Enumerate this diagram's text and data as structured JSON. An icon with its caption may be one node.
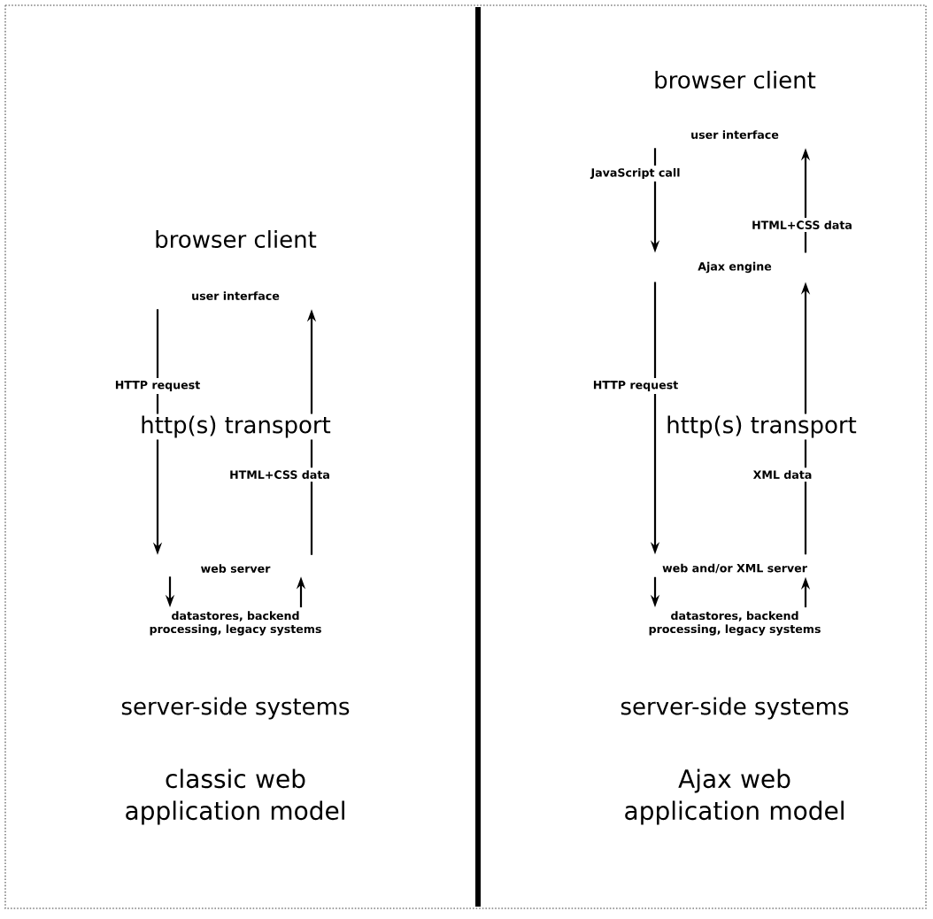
{
  "diagram": {
    "nodes": [
      {
        "text": [
          "user interface"
        ]
      },
      {
        "text": [
          "web server"
        ]
      },
      {
        "text": [
          "datastores, backend processing, legacy systems"
        ]
      },
      {
        "text": [
          "user interface"
        ]
      },
      {
        "text": [
          "Ajax engine"
        ]
      },
      {
        "text": [
          "web and/or XML server"
        ]
      },
      {
        "text": [
          "datastores, backend processing, legacy systems"
        ]
      }
    ],
    "edges": [
      {
        "from": 0,
        "to": 1,
        "arrow": "to",
        "label": "HTTP request"
      },
      {
        "from": 1,
        "to": 0,
        "arrow": "to",
        "label": "HTML+CSS data"
      },
      {
        "from": 1,
        "to": 2,
        "arrow": "to"
      },
      {
        "from": 2,
        "to": 1,
        "arrow": "to"
      },
      {
        "from": 3,
        "to": 4,
        "arrow": "to",
        "label": "JavaScript call"
      },
      {
        "from": 4,
        "to": 3,
        "arrow": "to",
        "label": "HTML+CSS data"
      },
      {
        "from": 4,
        "to": 5,
        "arrow": "to",
        "label": "HTTP request"
      },
      {
        "from": 5,
        "to": 4,
        "arrow": "to",
        "label": "XML data"
      },
      {
        "from": 5,
        "to": 6,
        "arrow": "to"
      },
      {
        "from": 6,
        "to": 5,
        "arrow": "to"
      }
    ],
    "labels": [
      "browser client",
      "http(s) transport",
      "server-side systems",
      "classic web application model",
      "browser client",
      "http(s) transport",
      "server-side systems",
      "Ajax web application model"
    ]
  }
}
